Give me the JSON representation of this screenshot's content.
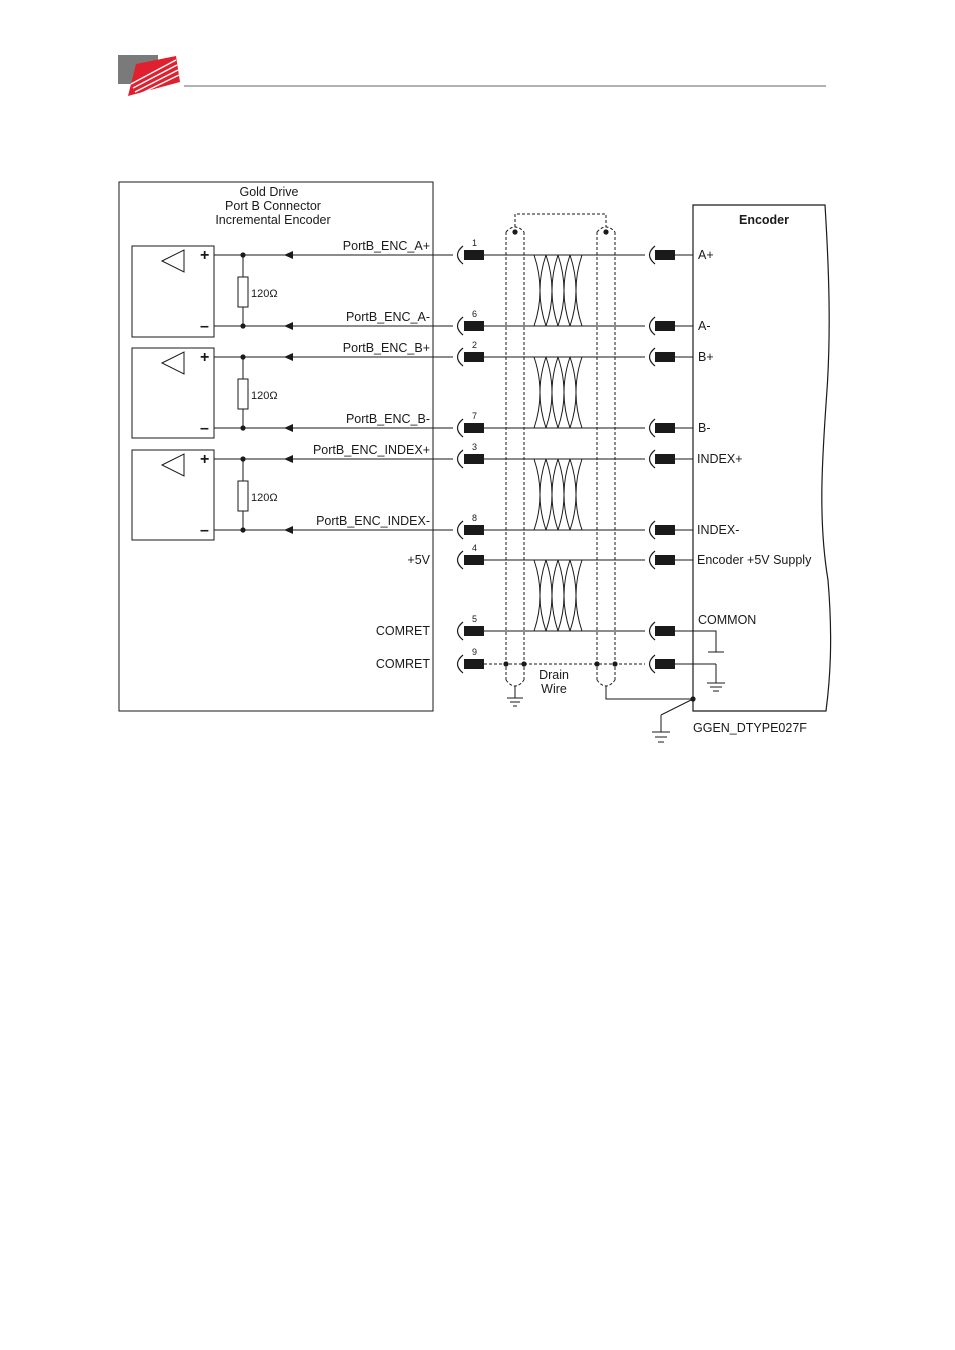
{
  "drive": {
    "title_lines": [
      "Gold Drive",
      "Port B Connector",
      "Incremental Encoder"
    ]
  },
  "encoder": {
    "title": "Encoder"
  },
  "resistor_label": "120Ω",
  "pins": [
    {
      "num": "1",
      "drive_label": "PortB_ENC_A+",
      "enc_label": "A+"
    },
    {
      "num": "6",
      "drive_label": "PortB_ENC_A-",
      "enc_label": "A-"
    },
    {
      "num": "2",
      "drive_label": "PortB_ENC_B+",
      "enc_label": "B+"
    },
    {
      "num": "7",
      "drive_label": "PortB_ENC_B-",
      "enc_label": "B-"
    },
    {
      "num": "3",
      "drive_label": "PortB_ENC_INDEX+",
      "enc_label": "INDEX+"
    },
    {
      "num": "8",
      "drive_label": "PortB_ENC_INDEX-",
      "enc_label": "INDEX-"
    },
    {
      "num": "4",
      "drive_label": "+5V",
      "enc_label": "Encoder +5V Supply"
    },
    {
      "num": "5",
      "drive_label": "COMRET",
      "enc_label": "COMMON"
    },
    {
      "num": "9",
      "drive_label": "COMRET",
      "enc_label": ""
    }
  ],
  "drain_wire_lines": [
    "Drain",
    "Wire"
  ],
  "drawing_code": "GGEN_DTYPE027F",
  "colors": {
    "logo_red": "#e0202e",
    "logo_gray": "#7a7a7a",
    "line": "#1a1a1a",
    "header_rule": "#666666"
  }
}
